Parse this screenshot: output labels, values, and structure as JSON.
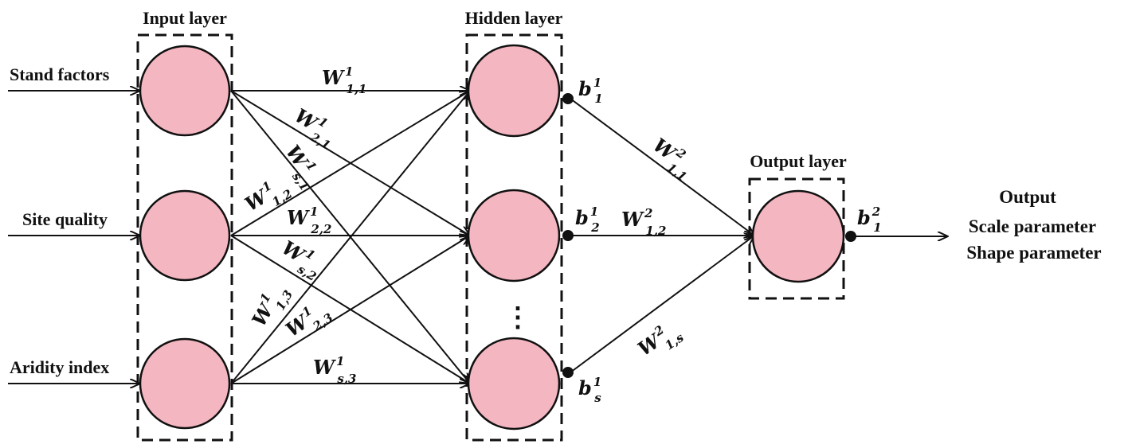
{
  "layers": {
    "input": "Input layer",
    "hidden": "Hidden layer",
    "output": "Output layer"
  },
  "inputs": [
    "Stand factors",
    "Site quality",
    "Aridity index"
  ],
  "output": {
    "title": "Output",
    "lines": [
      "Scale parameter",
      "Shape parameter"
    ]
  },
  "ellipsis": "⋮",
  "weights_layer1": [
    {
      "base": "W",
      "sup": "1",
      "sub": "1,1"
    },
    {
      "base": "W",
      "sup": "1",
      "sub": "2,1"
    },
    {
      "base": "W",
      "sup": "1",
      "sub": "s,1"
    },
    {
      "base": "W",
      "sup": "1",
      "sub": "1,2"
    },
    {
      "base": "W",
      "sup": "1",
      "sub": "2,2"
    },
    {
      "base": "W",
      "sup": "1",
      "sub": "s,2"
    },
    {
      "base": "W",
      "sup": "1",
      "sub": "1,3"
    },
    {
      "base": "W",
      "sup": "1",
      "sub": "2,3"
    },
    {
      "base": "W",
      "sup": "1",
      "sub": "s,3"
    }
  ],
  "weights_layer2": [
    {
      "base": "W",
      "sup": "2",
      "sub": "1,1"
    },
    {
      "base": "W",
      "sup": "2",
      "sub": "1,2"
    },
    {
      "base": "W",
      "sup": "2",
      "sub": "1,s"
    }
  ],
  "biases": [
    {
      "base": "b",
      "sup": "1",
      "sub": "1"
    },
    {
      "base": "b",
      "sup": "1",
      "sub": "2"
    },
    {
      "base": "b",
      "sup": "1",
      "sub": "s"
    },
    {
      "base": "b",
      "sup": "2",
      "sub": "1"
    }
  ],
  "colors": {
    "node_fill": "#f4b6c0",
    "stroke": "#111111"
  }
}
